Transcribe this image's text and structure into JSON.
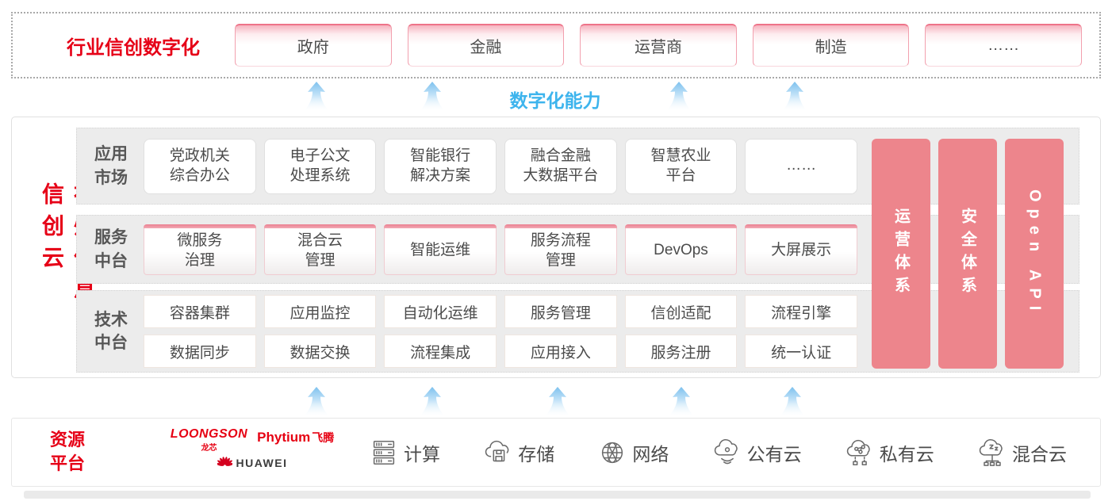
{
  "colors": {
    "red": "#e60017",
    "pillar_pink": "#ed858c",
    "capability_blue": "#3db4ed",
    "row_gray": "#ececec"
  },
  "top": {
    "label": "行业信创数字化",
    "industries": [
      "政府",
      "金融",
      "运营商",
      "制造",
      "……"
    ]
  },
  "capability": {
    "label": "数字化能力"
  },
  "main": {
    "side_label": "神州信息信创云",
    "rows": [
      {
        "label": "应用\n市场",
        "items": [
          "党政机关\n综合办公",
          "电子公文\n处理系统",
          "智能银行\n解决方案",
          "融合金融\n大数据平台",
          "智慧农业\n平台",
          "……"
        ]
      },
      {
        "label": "服务\n中台",
        "items": [
          "微服务\n治理",
          "混合云\n管理",
          "智能运维",
          "服务流程\n管理",
          "DevOps",
          "大屏展示"
        ]
      },
      {
        "label": "技术\n中台",
        "items": [
          "容器集群",
          "应用监控",
          "自动化运维",
          "服务管理",
          "信创适配",
          "流程引擎",
          "数据同步",
          "数据交换",
          "流程集成",
          "应用接入",
          "服务注册",
          "统一认证"
        ]
      }
    ],
    "pillars": [
      "运营体系",
      "安全体系",
      "Open API"
    ]
  },
  "resource": {
    "label": "资源\n平台",
    "vendors": {
      "loongson": "LOONGSON",
      "loongson_cn": "龙芯",
      "phytium": "Phytium",
      "phytium_cn": "飞腾",
      "huawei": "HUAWEI"
    },
    "items": [
      {
        "icon": "server-icon",
        "label": "计算"
      },
      {
        "icon": "storage-cloud-icon",
        "label": "存储"
      },
      {
        "icon": "network-globe-icon",
        "label": "网络"
      },
      {
        "icon": "public-cloud-icon",
        "label": "公有云"
      },
      {
        "icon": "private-cloud-icon",
        "label": "私有云"
      },
      {
        "icon": "hybrid-cloud-icon",
        "label": "混合云"
      }
    ]
  }
}
